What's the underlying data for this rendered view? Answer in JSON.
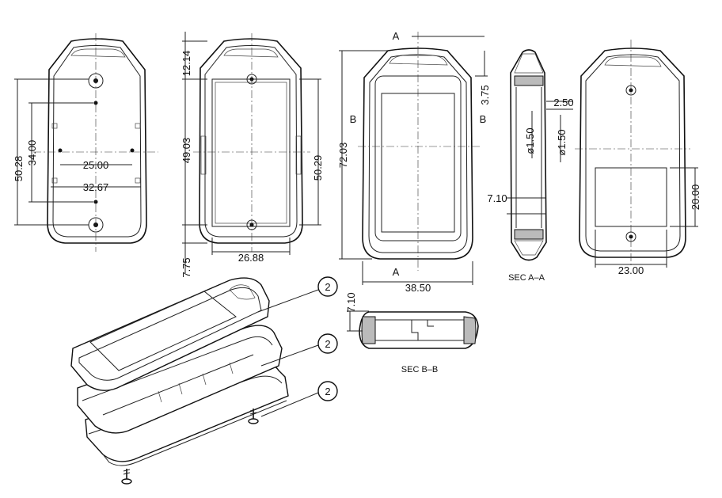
{
  "dimensions": {
    "bottom_view": {
      "height_outer": "50.28",
      "height_inner": "34.00",
      "spacing_a": "25.00",
      "spacing_b": "32.67"
    },
    "top_inner_view": {
      "top_offset": "12.14",
      "height_left": "49.03",
      "height_right": "50.29",
      "bottom_offset": "7.75",
      "window_width": "26.88"
    },
    "front_view": {
      "total_height": "72.03",
      "top_offset": "3.75",
      "width": "38.50"
    },
    "section_a": {
      "d1": "2.50",
      "d2": "ø1.50",
      "d3": "ø1.50",
      "d4": "7.10"
    },
    "back_view": {
      "label_height": "20.00",
      "label_width": "23.00"
    },
    "section_b": {
      "height": "7.10"
    }
  },
  "section_marks": {
    "a": "A",
    "b": "B"
  },
  "section_labels": {
    "a": "SEC A–A",
    "b": "SEC B–B"
  },
  "callouts": [
    "2",
    "2",
    "2"
  ]
}
